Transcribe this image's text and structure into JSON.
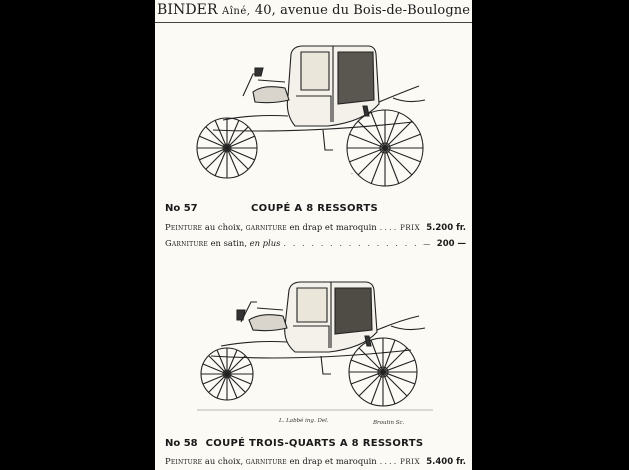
{
  "header": {
    "house": "BINDER",
    "aine": "Aîné,",
    "address": "40, avenue du Bois-de-Boulogne"
  },
  "items": [
    {
      "number": "No 57",
      "name": "COUPÉ A 8 RESSORTS",
      "lines": [
        {
          "desc_sc1": "Peinture",
          "desc_1": " au choix, ",
          "desc_sc2": "garniture",
          "desc_2": " en drap et maroquin",
          "leader": "......",
          "label": "PRIX",
          "price": "5.200 fr."
        },
        {
          "desc_sc1": "Garniture",
          "desc_1": " en satin, ",
          "desc_em": "en plus",
          "leader": ". . . . . . . . . . . . . . .",
          "label": "—",
          "price": "200 —"
        }
      ]
    },
    {
      "number": "No 58",
      "name": "COUPÉ TROIS-QUARTS A 8 RESSORTS",
      "lines": [
        {
          "desc_sc1": "Peinture",
          "desc_1": " au choix, ",
          "desc_sc2": "garniture",
          "desc_2": " en drap et maroquin",
          "leader": "......",
          "label": "PRIX",
          "price": "5.400 fr."
        }
      ]
    }
  ],
  "signatures": {
    "artist": "L. Labbé ing. Del.",
    "engraver": "Broutin Sc."
  }
}
